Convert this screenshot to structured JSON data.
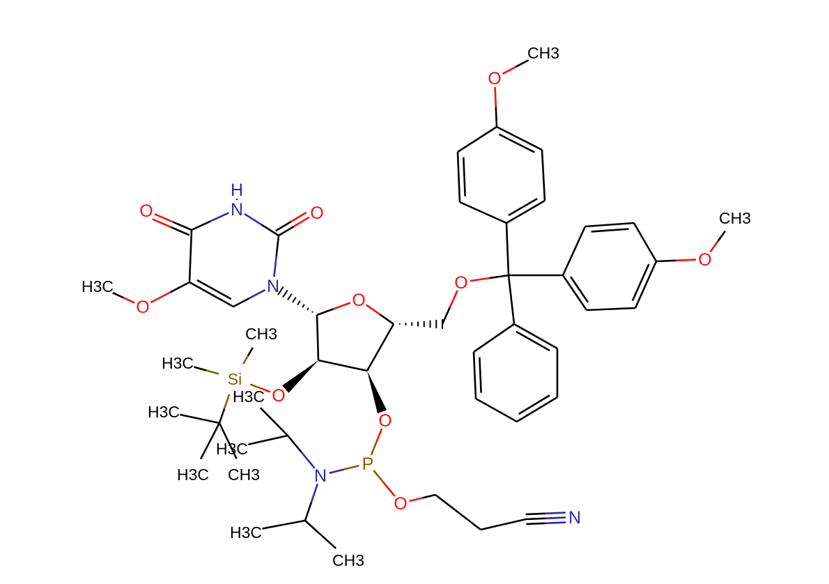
{
  "colors": {
    "C": "#000000",
    "O": "#ff0d0d",
    "N": "#2a2ab0",
    "P": "#8b5a00",
    "Si": "#8b5a00",
    "H": "#2a2ab0"
  },
  "atoms": {
    "OMe1_C": "CH3",
    "OMe1_O": "O",
    "O2": "O",
    "Me2": "CH3",
    "O5": "O",
    "O4p": "O",
    "N1": "N",
    "O2u": "O",
    "N3": "N",
    "H3": "H",
    "O4u": "O",
    "O5u": "O",
    "Me5": "H3C",
    "O2p": "O",
    "Si": "Si",
    "SiMe1": "CH3",
    "SiMe2": "H3C",
    "tMe1": "H3C",
    "tMe2": "H3C",
    "tMe3": "CH3",
    "O3p": "O",
    "P": "P",
    "N": "N",
    "iMe1": "H3C",
    "iMe2": "H3C",
    "iMe3": "H3C",
    "iMe4": "CH3",
    "Op": "O",
    "Nn": "N"
  },
  "elements": {
    "OMe1_C": "C",
    "OMe1_O": "O",
    "O2": "O",
    "Me2": "C",
    "O5": "O",
    "O4p": "O",
    "N1": "N",
    "O2u": "O",
    "N3": "N",
    "H3": "H",
    "O4u": "O",
    "O5u": "O",
    "Me5": "C",
    "O2p": "O",
    "Si": "Si",
    "SiMe1": "C",
    "SiMe2": "C",
    "tMe1": "C",
    "tMe2": "C",
    "tMe3": "C",
    "O3p": "O",
    "P": "P",
    "N": "N",
    "iMe1": "C",
    "iMe2": "C",
    "iMe3": "C",
    "iMe4": "C",
    "Op": "O",
    "Nn": "N"
  }
}
